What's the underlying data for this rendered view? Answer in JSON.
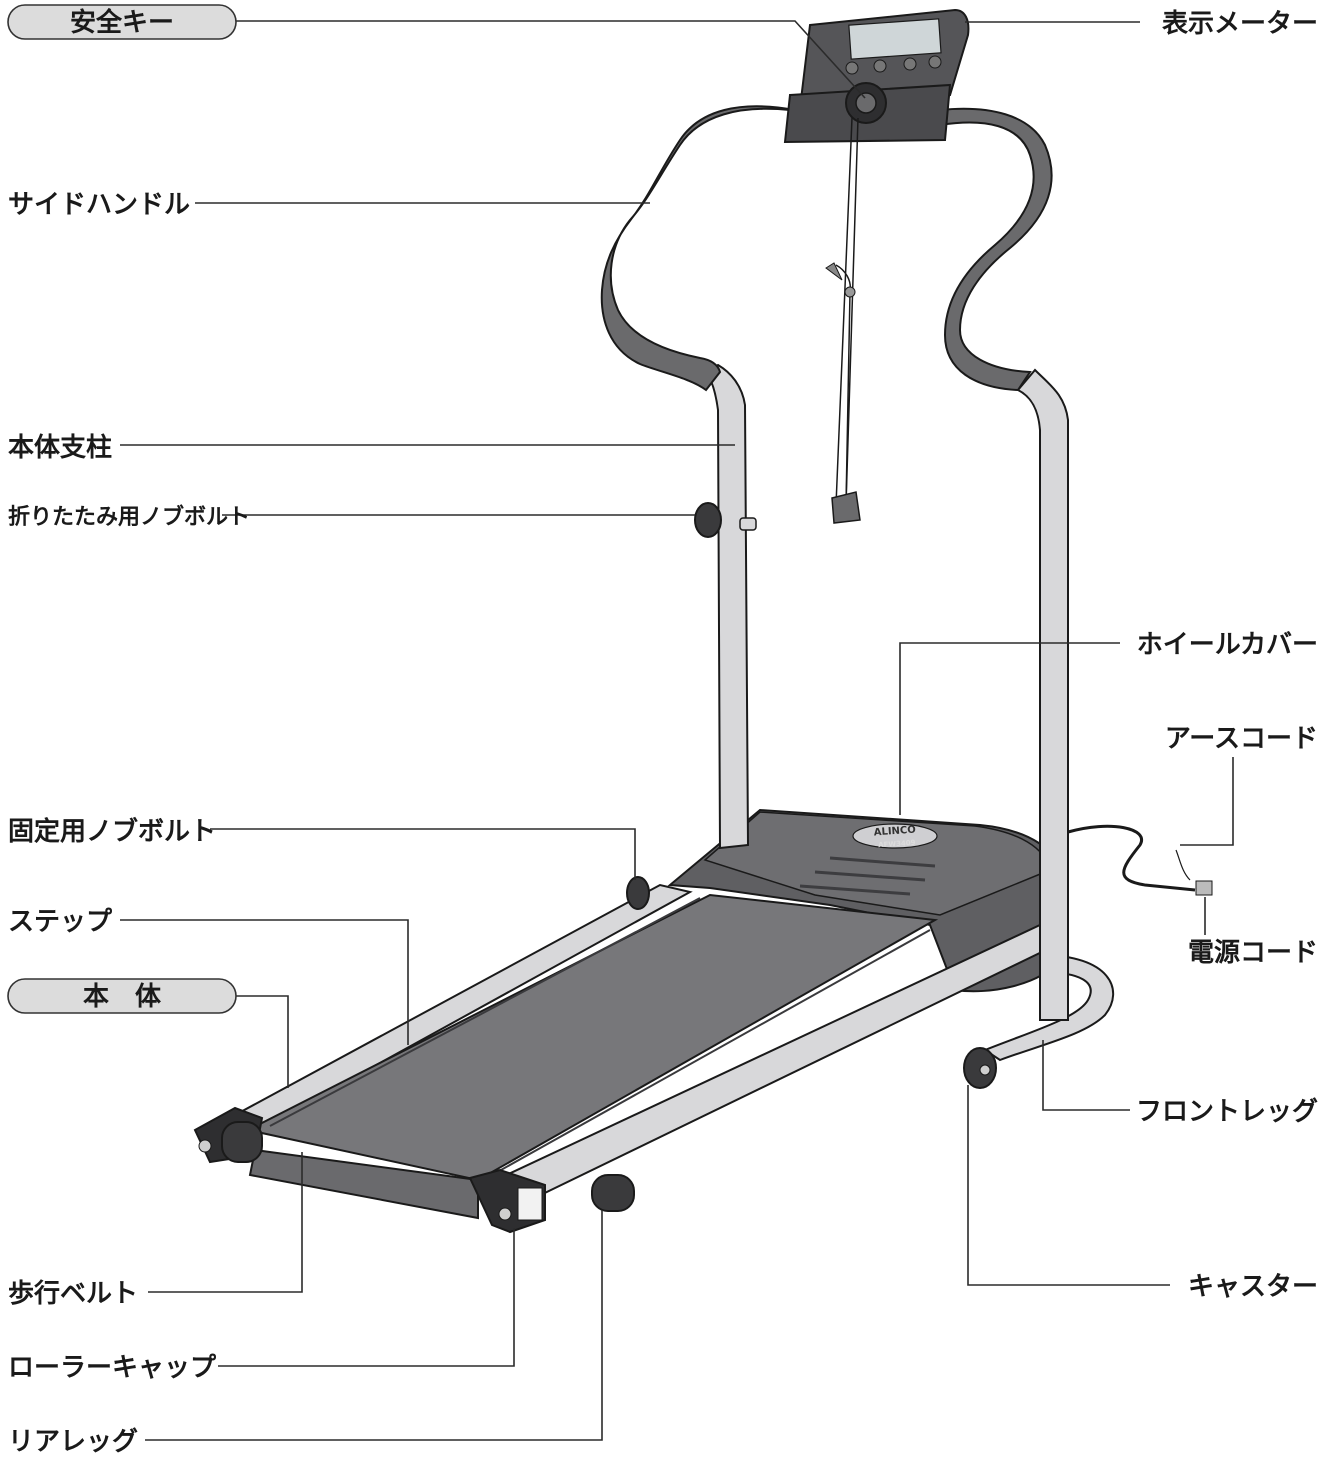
{
  "labels": {
    "safety_key": "安全キー",
    "side_handle": "サイドハンドル",
    "main_post": "本体支柱",
    "folding_knob_bolt": "折りたたみ用ノブボルト",
    "fixing_knob_bolt": "固定用ノブボルト",
    "step": "ステップ",
    "main_body": "本　体",
    "walking_belt": "歩行ベルト",
    "roller_cap": "ローラーキャップ",
    "rear_leg": "リアレッグ",
    "display_meter": "表示メーター",
    "wheel_cover": "ホイールカバー",
    "earth_cord": "アースコード",
    "power_cord": "電源コード",
    "front_leg": "フロントレッグ",
    "caster": "キャスター"
  },
  "brand": {
    "logo": "ALINCO",
    "model": "AFW3409"
  },
  "colors": {
    "frame_light": "#d8d8da",
    "handle_dark": "#6a6a6c",
    "belt": "#78787a",
    "console": "#555558",
    "outline": "#1a1a1a"
  }
}
